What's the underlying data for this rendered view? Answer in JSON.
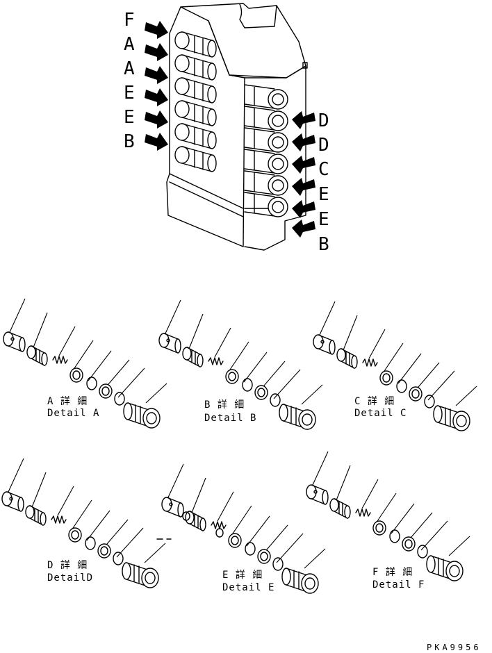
{
  "left_labels": [
    "F",
    "A",
    "A",
    "E",
    "E",
    "B"
  ],
  "right_labels": [
    "D",
    "D",
    "C",
    "E",
    "E",
    "B"
  ],
  "details": [
    {
      "letter": "A 詳 細",
      "english": "Detail A"
    },
    {
      "letter": "B 詳 細",
      "english": "Detail B"
    },
    {
      "letter": "C 詳 細",
      "english": "Detail C"
    },
    {
      "letter": "D 詳 細",
      "english": "DetailD"
    },
    {
      "letter": "E 詳 細",
      "english": "Detail E"
    },
    {
      "letter": "F 詳 細",
      "english": "Detail F"
    }
  ],
  "drawing_code": "PKA9956"
}
